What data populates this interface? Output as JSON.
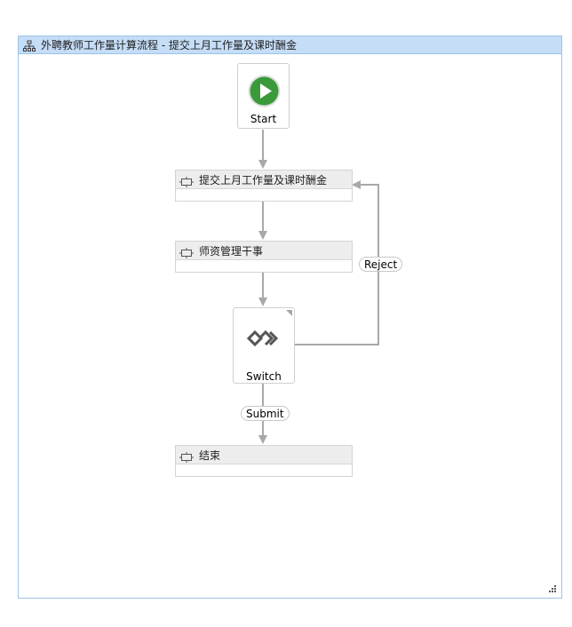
{
  "workflow": {
    "title": "外聘教师工作量计算流程 - 提交上月工作量及课时酬金",
    "icon": "hierarchy-icon"
  },
  "nodes": {
    "start": {
      "label": "Start",
      "icon": "play-icon",
      "color": "#3a9a3a"
    },
    "activities": [
      {
        "label": "提交上月工作量及课时酬金",
        "icon": "activity-icon"
      },
      {
        "label": "师资管理干事",
        "icon": "activity-icon"
      },
      {
        "label": "结束",
        "icon": "activity-icon"
      }
    ],
    "switch": {
      "label": "Switch",
      "icon": "switch-icon"
    }
  },
  "transitions": {
    "reject": "Reject",
    "submit": "Submit"
  },
  "colors": {
    "header_bg": "#c5ddf7",
    "border": "#9cc3e6",
    "connector": "#a8a8a8"
  }
}
